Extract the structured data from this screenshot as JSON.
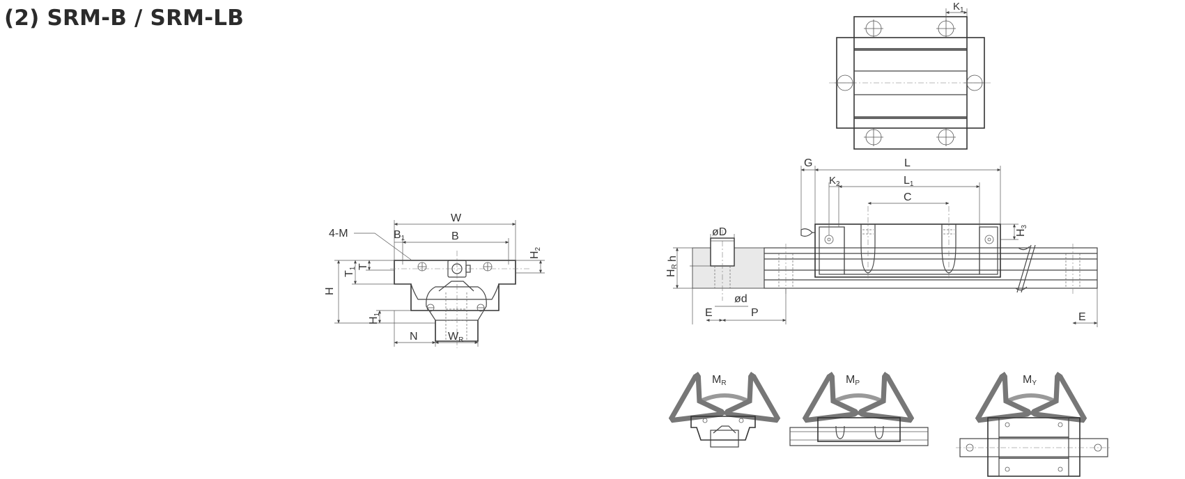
{
  "title": "(2) SRM-B / SRM-LB",
  "front_view": {
    "labels": {
      "W": "W",
      "B": "B",
      "B1": "B",
      "B1_sub": "1",
      "M": "4-M",
      "H": "H",
      "H1": "H",
      "H1_sub": "1",
      "H2": "H",
      "H2_sub": "2",
      "T": "T",
      "T1": "T",
      "T1_sub": "1",
      "N": "N",
      "WR": "W",
      "WR_sub": "R"
    }
  },
  "side_view": {
    "labels": {
      "G": "G",
      "L": "L",
      "L1": "L",
      "L1_sub": "1",
      "K2": "K",
      "K2_sub": "2",
      "C": "C",
      "D": "øD",
      "d": "ød",
      "h": "h",
      "HR": "H",
      "HR_sub": "R",
      "H3": "H",
      "H3_sub": "3",
      "E_left": "E",
      "P": "P",
      "E_right": "E"
    }
  },
  "top_view": {
    "labels": {
      "K1": "K",
      "K1_sub": "1"
    }
  },
  "moments": {
    "MR": "M",
    "MR_sub": "R",
    "MP": "M",
    "MP_sub": "P",
    "MY": "M",
    "MY_sub": "Y"
  }
}
